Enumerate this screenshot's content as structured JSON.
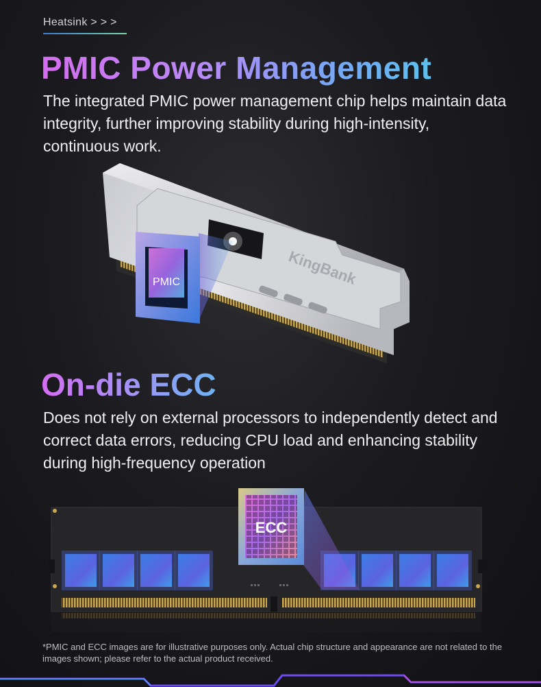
{
  "breadcrumb": "Heatsink > > >",
  "section1": {
    "title": "PMIC Power Management",
    "description": "The integrated PMIC power management chip helps maintain data integrity, further improving stability during high-intensity, continuous work."
  },
  "module1": {
    "brand": "KingBank",
    "chip_label": "PMIC"
  },
  "section2": {
    "title": "On-die ECC",
    "description": "Does not rely on external processors to independently detect and correct data errors, reducing CPU load and enhancing stability during high-frequency operation"
  },
  "module2": {
    "chip_label": "ECC"
  },
  "footnote": "*PMIC and ECC images are for illustrative purposes only. Actual chip structure and appearance are not related to the images shown; please refer to the actual product received.",
  "colors": {
    "title_gradient_start": "#d56df0",
    "title_gradient_end": "#5bc0ee",
    "accent_blue": "#3a7bd5",
    "accent_purple": "#a84ee6"
  }
}
